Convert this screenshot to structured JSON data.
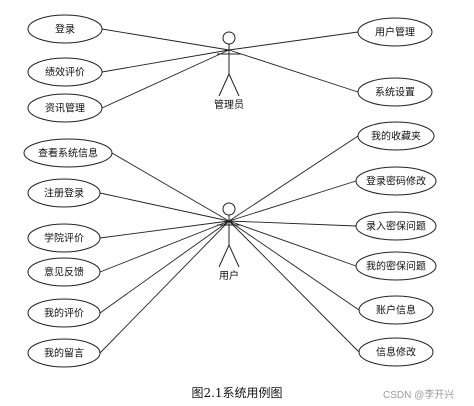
{
  "actors": [
    {
      "id": "admin",
      "label": "管理员"
    },
    {
      "id": "user",
      "label": "用户"
    }
  ],
  "use_cases": [
    {
      "id": "login",
      "label": "登录",
      "actor": "admin"
    },
    {
      "id": "performance_eval",
      "label": "绩效评价",
      "actor": "admin"
    },
    {
      "id": "news_mgmt",
      "label": "资讯管理",
      "actor": "admin"
    },
    {
      "id": "user_mgmt",
      "label": "用户管理",
      "actor": "admin"
    },
    {
      "id": "system_settings",
      "label": "系统设置",
      "actor": "admin"
    },
    {
      "id": "view_system_info",
      "label": "查看系统信息",
      "actor": "user"
    },
    {
      "id": "register_login",
      "label": "注册登录",
      "actor": "user"
    },
    {
      "id": "college_eval",
      "label": "学院评价",
      "actor": "user"
    },
    {
      "id": "feedback",
      "label": "意见反馈",
      "actor": "user"
    },
    {
      "id": "my_evaluations",
      "label": "我的评价",
      "actor": "user"
    },
    {
      "id": "my_messages",
      "label": "我的留言",
      "actor": "user"
    },
    {
      "id": "my_favorites",
      "label": "我的收藏夹",
      "actor": "user"
    },
    {
      "id": "login_password_change",
      "label": "登录密码修改",
      "actor": "user"
    },
    {
      "id": "enter_security_question",
      "label": "录入密保问题",
      "actor": "user"
    },
    {
      "id": "my_security_question",
      "label": "我的密保问题",
      "actor": "user"
    },
    {
      "id": "account_info",
      "label": "账户信息",
      "actor": "user"
    },
    {
      "id": "info_edit",
      "label": "信息修改",
      "actor": "user"
    }
  ],
  "caption": "图2.1系统用例图",
  "watermark": "CSDN @李开兴"
}
